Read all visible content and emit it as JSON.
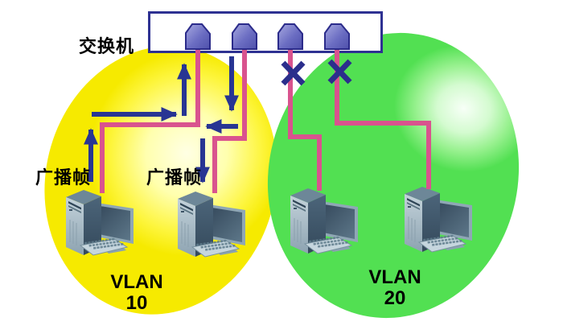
{
  "diagram": {
    "switch_label": "交换机",
    "broadcast_frame_label_1": "广播帧",
    "broadcast_frame_label_2": "广播帧",
    "vlan10_line1": "VLAN",
    "vlan10_line2": "10",
    "vlan20_line1": "VLAN",
    "vlan20_line2": "20"
  },
  "structure": {
    "switch_ports": 4,
    "computers_in_vlan10": 2,
    "computers_in_vlan20": 2,
    "blocked_links": 2
  },
  "colors": {
    "link_pink": "#d9538e",
    "arrow_navy": "#283593",
    "x_mark_navy": "#2b2e8c",
    "switch_border": "#2e3192",
    "port_fill_light": "#a7a9e0",
    "port_fill_dark": "#4e50ab",
    "vlan10_edge": "#f6ea00",
    "vlan10_center": "#ffffe4",
    "vlan20_edge": "#52e052",
    "vlan20_center": "#f7fff7",
    "text": "#000000"
  }
}
